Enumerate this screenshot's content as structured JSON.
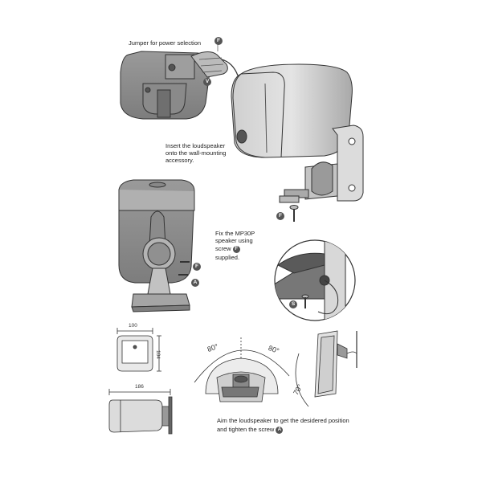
{
  "labels": {
    "jumper": "Jumper for power selection",
    "insert_line1": "Insert the loudspeaker",
    "insert_line2": "onto the wall-mounting",
    "insert_line3": "accessory.",
    "fix_line1": "Fix the MP30P",
    "fix_line2": "speaker using",
    "fix_line3_pre": "screw",
    "fix_line4": "supplied.",
    "aim_line1": "Aim the loudspeaker to get the desidered position",
    "aim_line2_pre": "and tighten the screw"
  },
  "badges": {
    "F": "F",
    "V": "V",
    "A": "A",
    "S": "S"
  },
  "dimensions": {
    "width": "100",
    "height": "104",
    "depth": "186"
  },
  "angles": {
    "left": "80°",
    "right": "80°",
    "tilt": "70°"
  }
}
